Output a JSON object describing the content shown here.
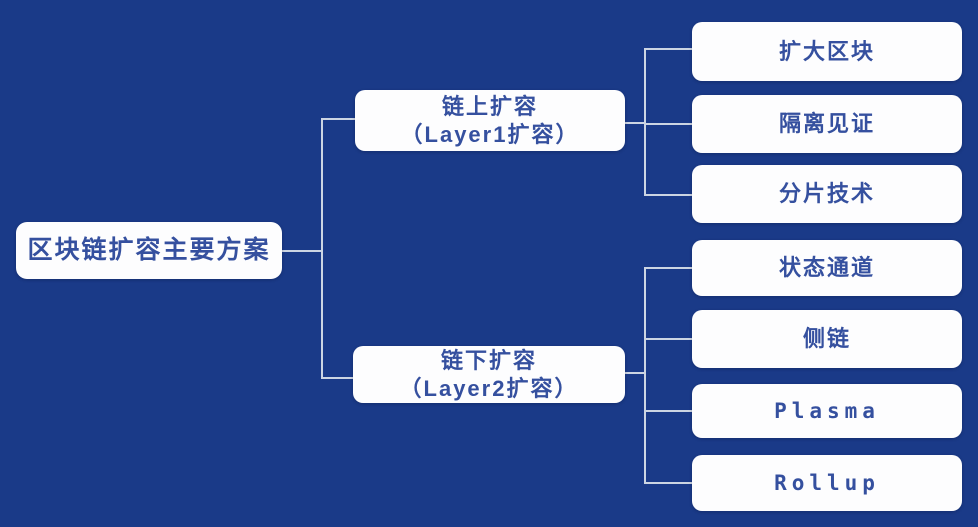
{
  "diagram": {
    "title": "区块链扩容主要方案",
    "colors": {
      "background": "#1a3a88",
      "node_fill": "#fdfdfe",
      "node_text": "#35509f",
      "connector_line": "#ccd5e3"
    },
    "root": {
      "label": "区块链扩容主要方案"
    },
    "branches": [
      {
        "label_line1": "链上扩容",
        "label_line2": "（Layer1扩容）",
        "children": [
          "扩大区块",
          "隔离见证",
          "分片技术"
        ]
      },
      {
        "label_line1": "链下扩容",
        "label_line2": "（Layer2扩容）",
        "children": [
          "状态通道",
          "侧链",
          "Plasma",
          "Rollup"
        ]
      }
    ]
  }
}
